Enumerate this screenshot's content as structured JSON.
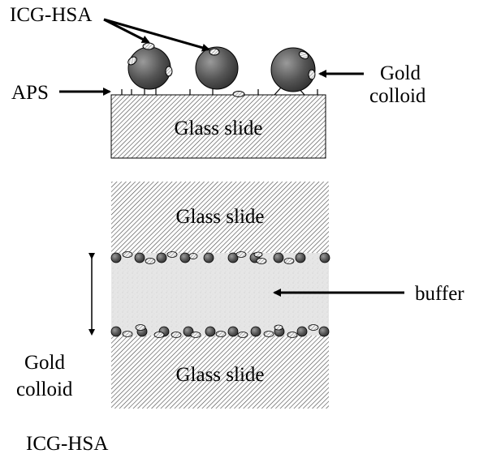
{
  "top_panel": {
    "label_icg_hsa": "ICG-HSA",
    "label_aps": "APS",
    "label_gold_line1": "Gold",
    "label_gold_line2": "colloid",
    "slide_label": "Glass slide"
  },
  "bottom_panel": {
    "top_slide_label": "Glass slide",
    "bottom_slide_label": "Glass slide",
    "buffer_label": "buffer",
    "label_gold_line1": "Gold",
    "label_gold_line2": "colloid",
    "label_icg_hsa": "ICG-HSA"
  },
  "colors": {
    "hatch_line": "#444444",
    "buffer_fill": "#e6e6e6",
    "gold_colloid": "#555555",
    "icg_hsa_fill": "#eeeeee"
  }
}
